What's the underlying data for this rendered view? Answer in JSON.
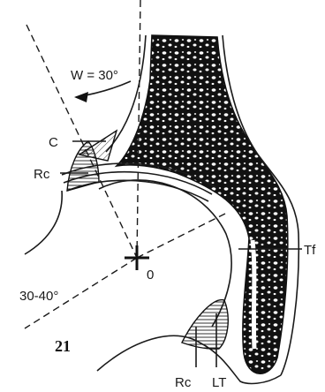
{
  "figure_number": "21",
  "labels": {
    "wiberg_angle": "W = 30°",
    "cartilage": "C",
    "rc_top": "Rc",
    "center": "0",
    "teardrop": "Tf",
    "angle_range": "30-40°",
    "rc_bottom": "Rc",
    "lt": "LT"
  }
}
